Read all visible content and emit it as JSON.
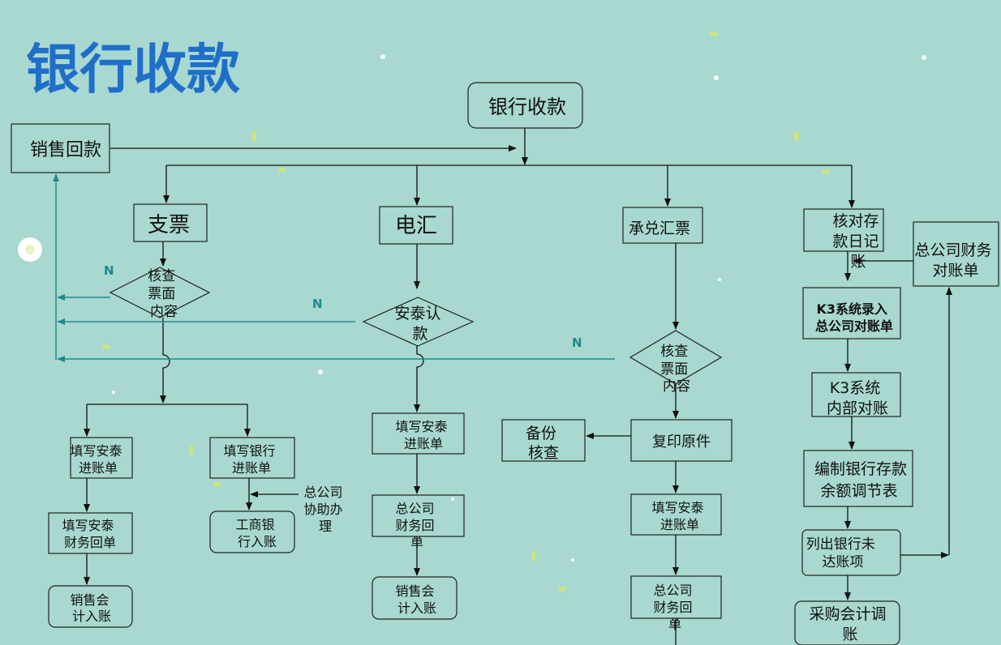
{
  "title": "银行收款",
  "colors": {
    "background": "#a8d8d0",
    "title": "#1f6fc9",
    "feedback_line": "#1f8a8a",
    "node_border": "#222222"
  },
  "nodes": {
    "top": "银行收款",
    "sales_return": "销售回款",
    "check": "支票",
    "wire": "电汇",
    "acceptance_bill": "承兑汇票",
    "verify_deposit_journal": [
      "核对存",
      "款日记",
      "账"
    ],
    "hq_statement": [
      "总公司财务",
      "对账单"
    ],
    "check_verify_face": [
      "核查",
      "票面",
      "内容"
    ],
    "wire_antai_confirm": [
      "安泰认",
      "款"
    ],
    "bill_verify_face": [
      "核查",
      "票面",
      "内容"
    ],
    "k3_entry": [
      "K3系统录入",
      "总公司对账单"
    ],
    "k3_internal": [
      "K3系统",
      "内部对账"
    ],
    "prepare_reconciliation": [
      "编制银行存款",
      "余额调节表"
    ],
    "list_outstanding": [
      "列出银行未",
      "达账项"
    ],
    "purchase_accountant": [
      "采购会计调",
      "账"
    ],
    "check_fill_antai": [
      "填写安泰",
      "进账单"
    ],
    "check_fill_bank": [
      "填写银行",
      "进账单"
    ],
    "check_fill_antai_finance": [
      "填写安泰",
      "财务回单"
    ],
    "check_icbc_entry": [
      "工商银",
      "行入账"
    ],
    "check_sales_accountant": [
      "销售会",
      "计入账"
    ],
    "hq_assist": [
      "总公司",
      "协助办",
      "理"
    ],
    "wire_fill_antai": [
      "填写安泰",
      "进账单"
    ],
    "wire_hq_finance": [
      "总公司",
      "财务回",
      "单"
    ],
    "wire_sales_accountant": [
      "销售会",
      "计入账"
    ],
    "backup_verify": [
      "备份",
      "核查"
    ],
    "copy_original": "复印原件",
    "bill_fill_antai": [
      "填写安泰",
      "进账单"
    ],
    "bill_hq_finance": [
      "总公司",
      "财务回",
      "单"
    ]
  },
  "edge_labels": {
    "n1": "N",
    "n2": "N",
    "n3": "N"
  }
}
